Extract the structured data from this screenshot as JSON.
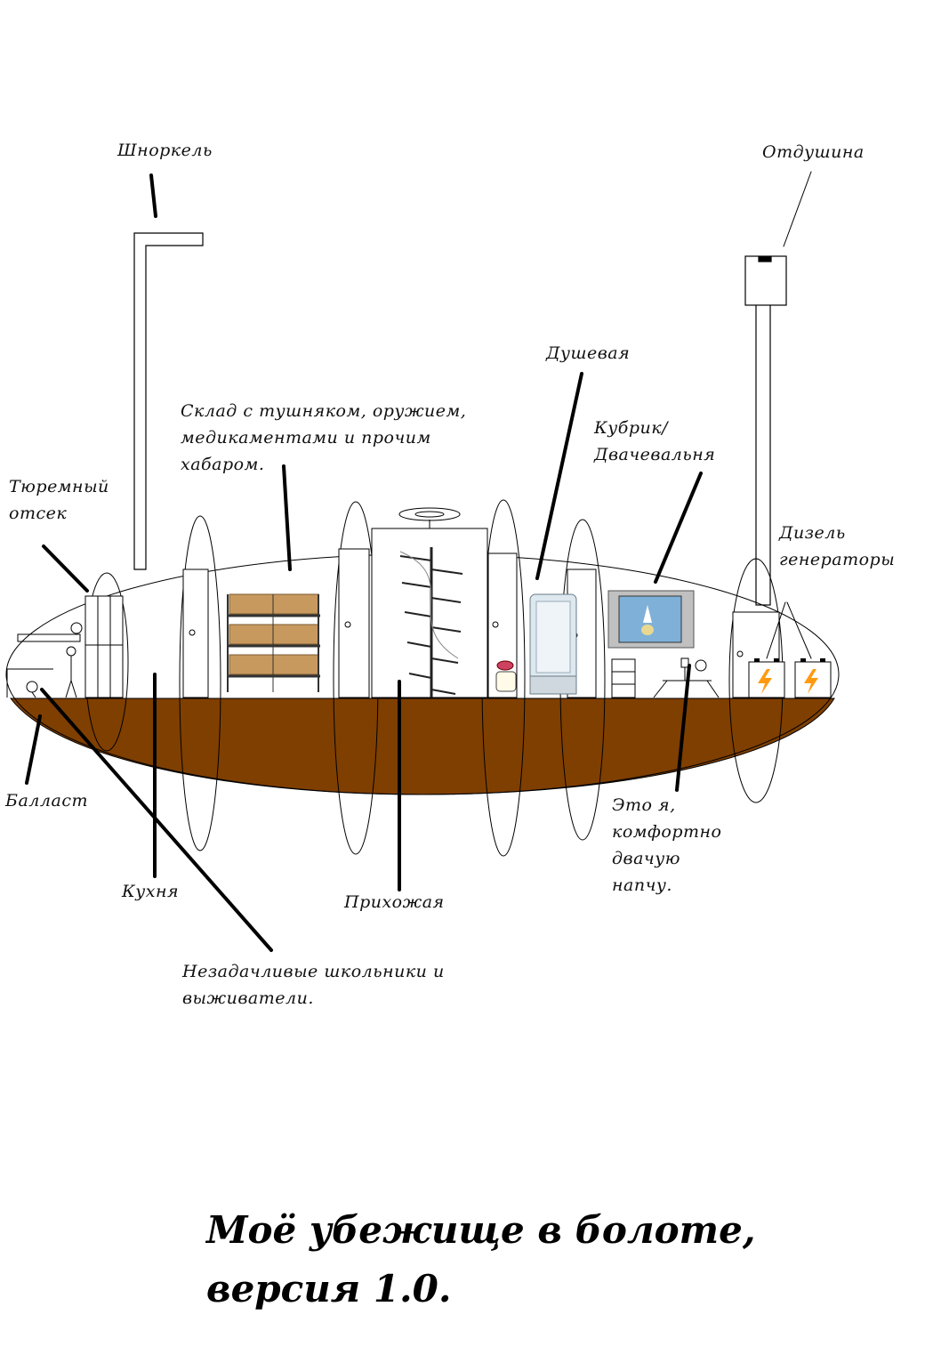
{
  "title": "Моё убежище в болоте, версия 1.0.",
  "labels": {
    "snorkel": "Шноркель",
    "vent": "Отдушина",
    "shower": "Душевая",
    "storage": "Склад с тушняком, оружием,\nмедикаментами и прочим\nхабаром.",
    "cockpit": "Кубрик/\nДвачевальня",
    "prison": "Тюремный\nотсек",
    "diesel": "Дизель\nгенераторы",
    "ballast": "Балласт",
    "kitchen": "Кухня",
    "hallway": "Прихожая",
    "me": "Это я,\nкомфортно\nдвачую\nнапчу.",
    "schoolkids": "Незадачливые школьники и\nвыживатели."
  },
  "colors": {
    "ballast": "#7f3f00",
    "outline": "#000000",
    "bolt": "#ff9a10",
    "crate": "#c8995f",
    "screen": "#7fb0d8"
  }
}
